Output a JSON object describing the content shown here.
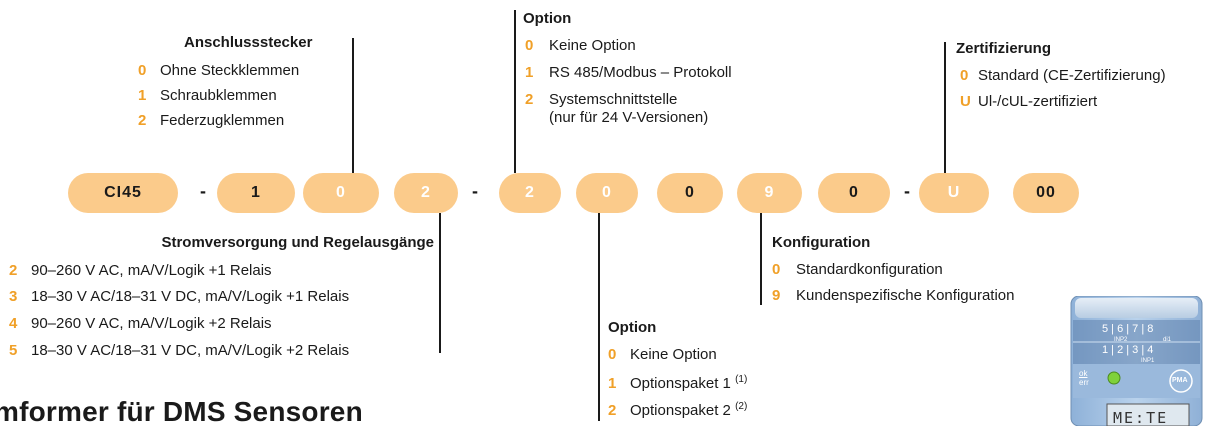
{
  "code_pills": {
    "p0": "CI45",
    "p1": "1",
    "p2": "0",
    "p3": "2",
    "p4": "2",
    "p5": "0",
    "p6": "0",
    "p7": "9",
    "p8": "0",
    "p9": "U",
    "p10": "00"
  },
  "separators": {
    "s1": "-",
    "s2": "-",
    "s3": "-",
    "s4": "-"
  },
  "anschlussstecker": {
    "title": "Anschlussstecker",
    "items": [
      {
        "key": "0",
        "label": "Ohne Steckklemmen"
      },
      {
        "key": "1",
        "label": "Schraubklemmen"
      },
      {
        "key": "2",
        "label": "Federzugklemmen"
      }
    ]
  },
  "option_top": {
    "title": "Option",
    "items": [
      {
        "key": "0",
        "label": "Keine Option"
      },
      {
        "key": "1",
        "label": "RS 485/Modbus – Protokoll"
      },
      {
        "key": "2",
        "label": "Systemschnittstelle",
        "label2": "(nur für 24 V-Versionen)"
      }
    ]
  },
  "zertifizierung": {
    "title": "Zertifizierung",
    "items": [
      {
        "key": "0",
        "label": "Standard (CE-Zertifizierung)"
      },
      {
        "key": "U",
        "label": "Ul-/cUL-zertifiziert"
      }
    ]
  },
  "stromversorgung": {
    "title": "Stromversorgung und Regelausgänge",
    "items": [
      {
        "key": "2",
        "label": "90–260 V AC, mA/V/Logik +1 Relais"
      },
      {
        "key": "3",
        "label": "18–30 V AC/18–31 V DC, mA/V/Logik +1 Relais"
      },
      {
        "key": "4",
        "label": "90–260 V AC, mA/V/Logik +2 Relais"
      },
      {
        "key": "5",
        "label": "18–30 V AC/18–31 V DC, mA/V/Logik +2 Relais"
      }
    ]
  },
  "konfiguration": {
    "title": "Konfiguration",
    "items": [
      {
        "key": "0",
        "label": "Standardkonfiguration"
      },
      {
        "key": "9",
        "label": "Kundenspezifische Konfiguration"
      }
    ]
  },
  "option_bottom": {
    "title": "Option",
    "items": [
      {
        "key": "0",
        "label": "Keine Option",
        "sup": ""
      },
      {
        "key": "1",
        "label": "Optionspaket 1",
        "sup": "(1)"
      },
      {
        "key": "2",
        "label": "Optionspaket 2",
        "sup": "(2)"
      }
    ]
  },
  "bottom_title": "mformer für DMS Sensoren",
  "device": {
    "top_row": "5 | 6 | 7 | 8",
    "inp2": "INP2",
    "di1": "di1",
    "bottom_row": "1 | 2 | 3 | 4",
    "inp1": "INP1",
    "ok": "ok",
    "err": "err",
    "logo": "PMA",
    "display": "ME:TE"
  },
  "colors": {
    "accent_key": "#f0a028",
    "pill_fill": "#fbcb8b",
    "pill_text_dim": "#ffffff",
    "device_body": "#a9c6e6",
    "led": "#7fd13b"
  }
}
